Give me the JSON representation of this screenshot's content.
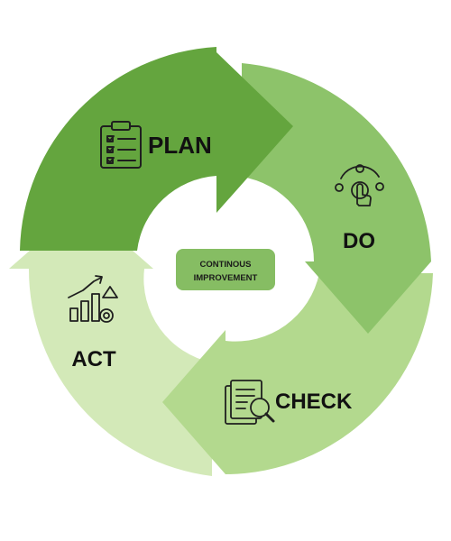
{
  "diagram": {
    "center": {
      "line1": "CONTINOUS",
      "line2": "IMPROVEMENT"
    },
    "stages": [
      {
        "key": "plan",
        "label": "PLAN",
        "icon": "clipboard-checklist-icon",
        "color": "#64a53e"
      },
      {
        "key": "do",
        "label": "DO",
        "icon": "hand-gears-icon",
        "color": "#8dc36a"
      },
      {
        "key": "check",
        "label": "CHECK",
        "icon": "document-magnifier-icon",
        "color": "#b3d98e"
      },
      {
        "key": "act",
        "label": "ACT",
        "icon": "growth-chart-gear-icon",
        "color": "#d3e9b8"
      }
    ],
    "center_color": "#86bd63",
    "icon_color": "#1f1f1f",
    "background": "#ffffff"
  }
}
